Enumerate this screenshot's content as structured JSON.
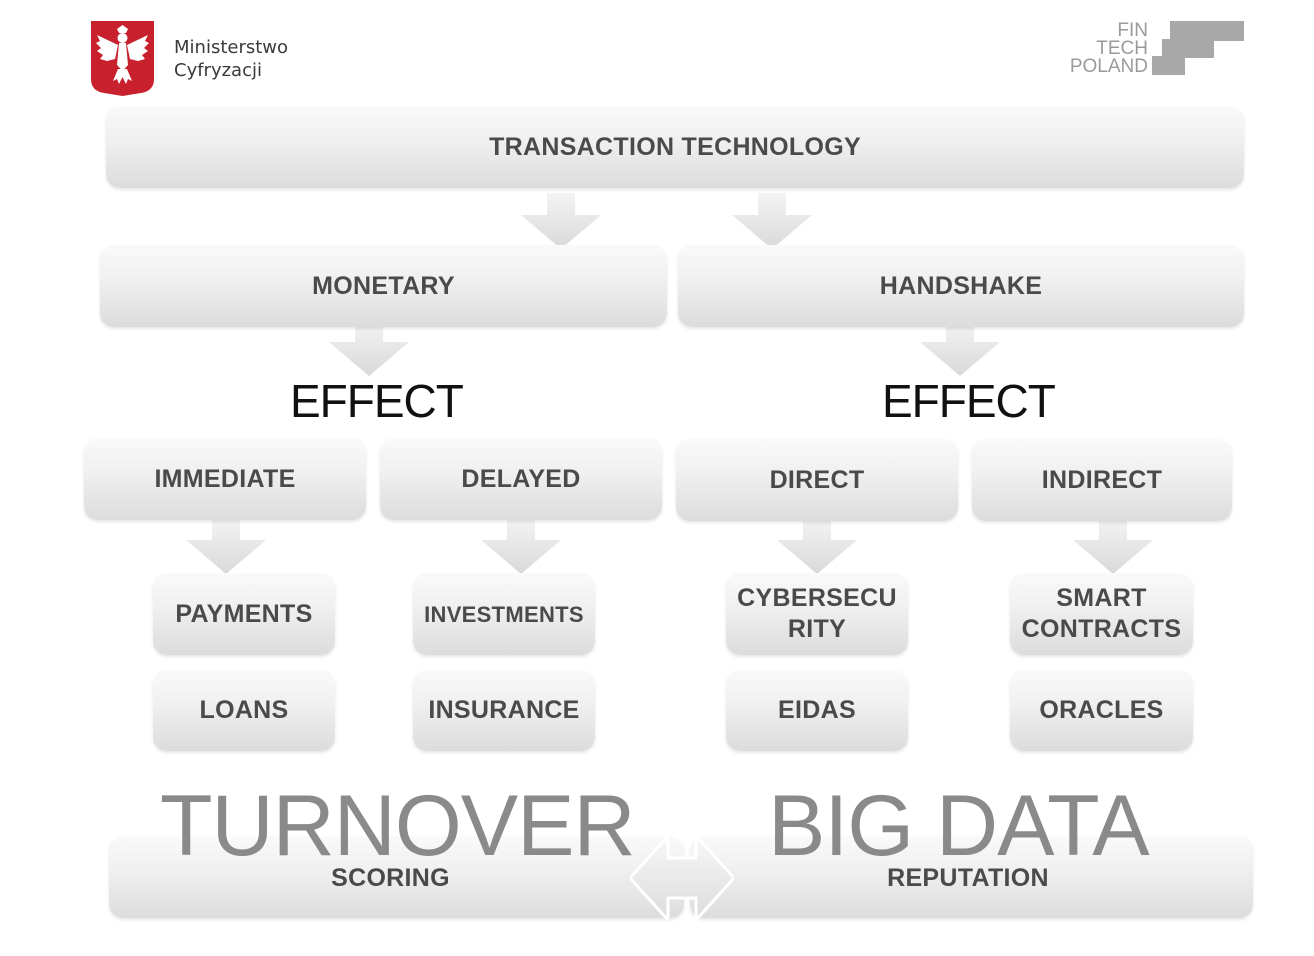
{
  "header": {
    "ministry_line1": "Ministerstwo",
    "ministry_line2": "Cyfryzacji",
    "fintech_line1": "FIN",
    "fintech_line2": "TECH",
    "fintech_line3": "POLAND"
  },
  "diagram": {
    "top": "TRANSACTION TECHNOLOGY",
    "monetary": "MONETARY",
    "handshake": "HANDSHAKE",
    "effect_left": "EFFECT",
    "effect_right": "EFFECT",
    "immediate": "IMMEDIATE",
    "delayed": "DELAYED",
    "direct": "DIRECT",
    "indirect": "INDIRECT",
    "payments": "PAYMENTS",
    "investments": "INVESTMENTS",
    "cybersecurity_line1": "CYBERSECU",
    "cybersecurity_line2": "RITY",
    "smart_contracts_line1": "SMART",
    "smart_contracts_line2": "CONTRACTS",
    "loans": "LOANS",
    "insurance": "INSURANCE",
    "eidas": "EIDAS",
    "oracles": "ORACLES",
    "turnover": "TURNOVER",
    "big_data": "BIG DATA",
    "scoring": "SCORING",
    "reputation": "REPUTATION"
  },
  "colors": {
    "emblem_red": "#c8202c",
    "box_text": "#4a4a4a",
    "big_text": "#8a8a8a",
    "logo_gray": "#a8a8a8"
  },
  "icons": {
    "emblem": "polish-white-eagle-emblem",
    "fintech_logo": "fintech-poland-stepped-bars"
  }
}
